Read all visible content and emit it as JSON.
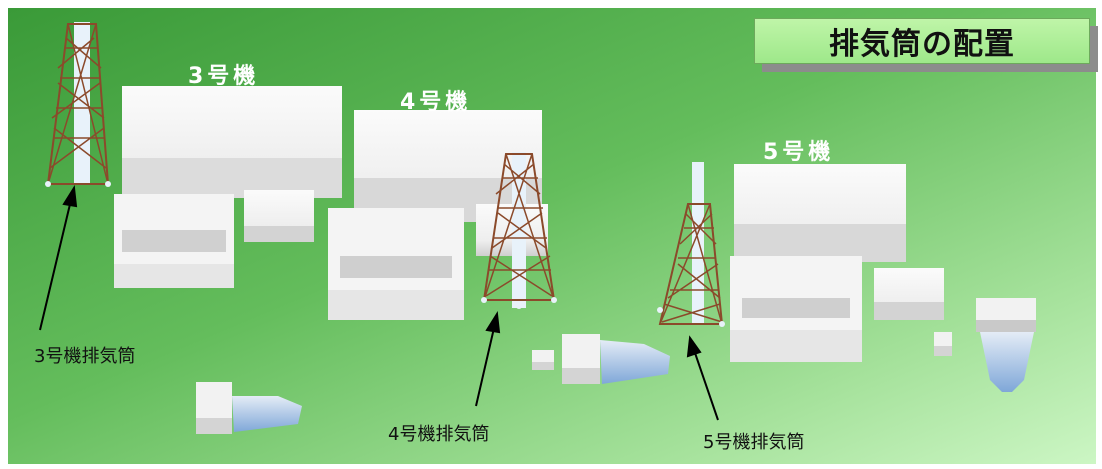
{
  "title": "排気筒の配置",
  "units": {
    "unit3": "3号機",
    "unit4": "4号機",
    "unit5": "5号機"
  },
  "stacks": {
    "unit3": "3号機排気筒",
    "unit4": "4号機排気筒",
    "unit5": "5号機排気筒"
  },
  "colors": {
    "background_dark": "#3e9e3e",
    "background_light": "#c8f5c0",
    "tower_lattice": "#8b4a2b",
    "title_box": "#a8ec90"
  }
}
